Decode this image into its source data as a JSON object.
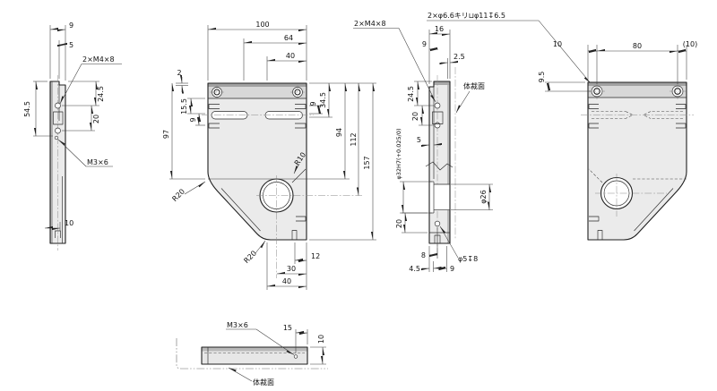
{
  "colors": {
    "background": "#ffffff",
    "outline": "#1f1f1f",
    "dimension_lines": "#3a3a3a",
    "face": "#ebebeb",
    "face_shade_dark": "#a6a6a6",
    "face_shade_mid": "#d8d8d8"
  },
  "views": {
    "side_left": {
      "dims": {
        "top_width": "9",
        "notch_width": "5",
        "overall_height": "54.5",
        "hole_top_offset": "24.5",
        "hole_pitch": "20",
        "bottom_step": "10"
      },
      "labels": {
        "tap_holes": "2×M4×8",
        "side_tap": "M3×6"
      }
    },
    "front": {
      "dims": {
        "width": "100",
        "width_64": "64",
        "width_40": "40",
        "top_step": "2",
        "left_15_5": "15.5",
        "left_9": "9",
        "left_height_97": "97",
        "right_9": "9",
        "right_34_5": "34.5",
        "right_94": "94",
        "right_112": "112",
        "right_157": "157",
        "bottom_12": "12",
        "bottom_30": "30",
        "bottom_40": "40"
      },
      "labels": {
        "fillet_r10": "R10",
        "fillet_r20_upper": "R20",
        "fillet_r20_lower": "R20"
      }
    },
    "side_center": {
      "dims": {
        "width_16": "16",
        "width_9": "9",
        "step_2_5": "2.5",
        "hole_top_offset": "24.5",
        "hole_pitch": "20",
        "step_5": "5",
        "bore_dia": "φ32H7(+0.025/0)",
        "counter_dia": "φ26",
        "lower_20": "20",
        "lower_8": "8",
        "lower_4_5": "4.5",
        "lower_9": "9"
      },
      "labels": {
        "tap_holes": "2×M4×8",
        "counterbore_note": "2×φ6.6キリ⊔φ11↧6.5",
        "drill_note": "φ5↧8",
        "finished_face": "体裁面"
      }
    },
    "back": {
      "dims": {
        "edge_10": "10",
        "pitch_80": "80",
        "ref_10": "(10)",
        "top_9_5": "9.5"
      }
    },
    "bottom": {
      "dims": {
        "hole_15": "15",
        "thickness_10": "10"
      },
      "labels": {
        "side_tap": "M3×6",
        "finished_face": "体裁面"
      }
    }
  }
}
